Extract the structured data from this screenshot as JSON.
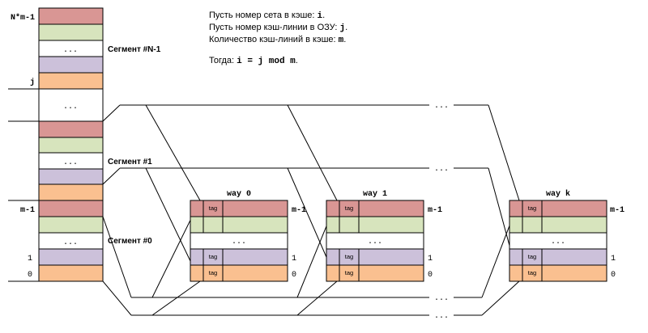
{
  "colors": {
    "red": "#d99694",
    "green": "#d7e4bd",
    "white": "#ffffff",
    "lavender": "#ccc1da",
    "orange": "#fac090",
    "line": "#000000"
  },
  "memory": {
    "labels": {
      "top": "N*m-1",
      "j": "j",
      "m1": "m-1",
      "one": "1",
      "zero": "0"
    },
    "ellipsis": "...",
    "segments": {
      "top": "Сегмент #N-1",
      "mid": "Сегмент #1",
      "bottom": "Сегмент #0"
    }
  },
  "notes": {
    "line1_text": "Пусть номер сета в кэше: ",
    "line1_code": "i",
    "line1_end": ".",
    "line2_text": "Пусть номер кэш-линии в ОЗУ: ",
    "line2_code": "j",
    "line2_end": ".",
    "line3_text": "Количество кэш-линий в кэше: ",
    "line3_code": "m",
    "line3_end": ".",
    "line4_text": "Тогда: ",
    "line4_code": "i = j mod m",
    "line4_end": "."
  },
  "ways": [
    {
      "title": "way 0",
      "top_label": "m-1",
      "one_label": "1",
      "zero_label": "0",
      "tag": "tag",
      "ellipsis": "..."
    },
    {
      "title": "way 1",
      "top_label": "m-1",
      "one_label": "1",
      "zero_label": "0",
      "tag": "tag",
      "ellipsis": "..."
    },
    {
      "title": "way k",
      "top_label": "m-1",
      "one_label": "1",
      "zero_label": "0",
      "tag": "tag",
      "ellipsis": "..."
    }
  ],
  "gap_ellipsis": "..."
}
